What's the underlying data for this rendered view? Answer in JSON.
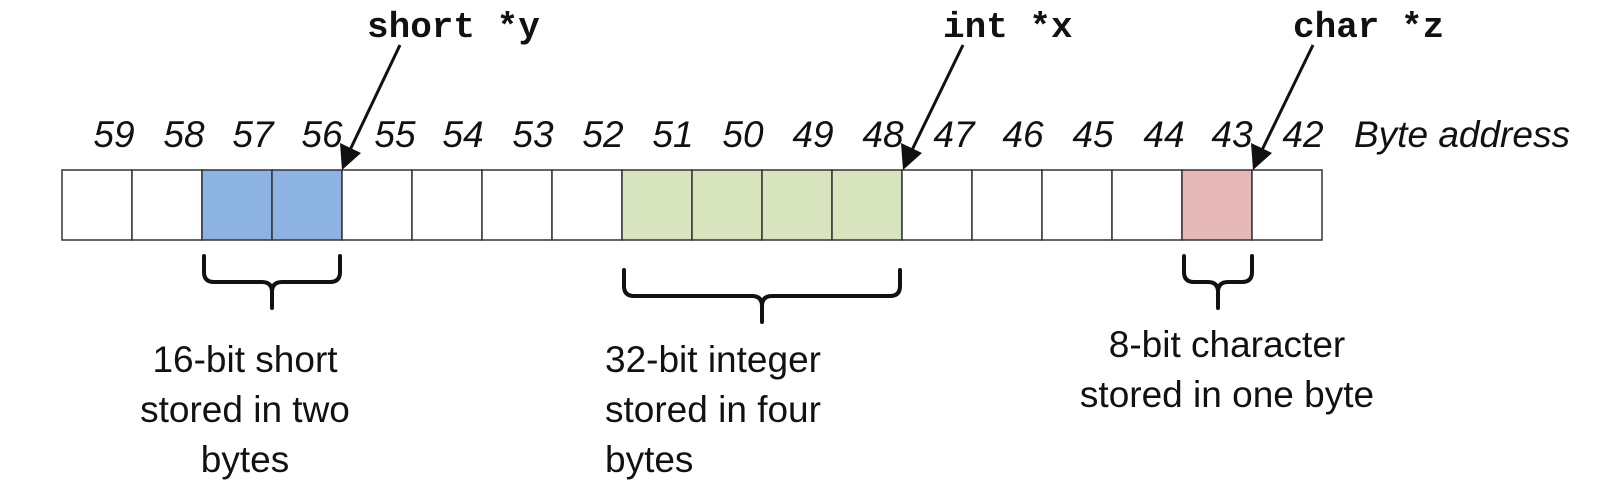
{
  "addresses": [
    "59",
    "58",
    "57",
    "56",
    "55",
    "54",
    "53",
    "52",
    "51",
    "50",
    "49",
    "48",
    "47",
    "46",
    "45",
    "44",
    "43",
    "42"
  ],
  "address_axis_label": "Byte address",
  "colors": {
    "empty": "#ffffff",
    "short": "#8db3e2",
    "int": "#d7e4bd",
    "char": "#e6b9b8"
  },
  "cells": [
    {
      "address": "59",
      "variable": "none"
    },
    {
      "address": "58",
      "variable": "none"
    },
    {
      "address": "57",
      "variable": "short"
    },
    {
      "address": "56",
      "variable": "short"
    },
    {
      "address": "55",
      "variable": "none"
    },
    {
      "address": "54",
      "variable": "none"
    },
    {
      "address": "53",
      "variable": "none"
    },
    {
      "address": "52",
      "variable": "none"
    },
    {
      "address": "51",
      "variable": "int"
    },
    {
      "address": "50",
      "variable": "int"
    },
    {
      "address": "49",
      "variable": "int"
    },
    {
      "address": "48",
      "variable": "int"
    },
    {
      "address": "47",
      "variable": "none"
    },
    {
      "address": "46",
      "variable": "none"
    },
    {
      "address": "45",
      "variable": "none"
    },
    {
      "address": "44",
      "variable": "none"
    },
    {
      "address": "43",
      "variable": "char"
    },
    {
      "address": "42",
      "variable": "none"
    }
  ],
  "pointers": [
    {
      "label": "short *y",
      "points_to": "56"
    },
    {
      "label": "int *x",
      "points_to": "48"
    },
    {
      "label": "char *z",
      "points_to": "43"
    }
  ],
  "groups": [
    {
      "name": "short",
      "lines": [
        "16-bit short",
        "stored in two",
        "bytes"
      ]
    },
    {
      "name": "int",
      "lines": [
        "32-bit integer",
        "stored in four",
        "bytes"
      ]
    },
    {
      "name": "char",
      "lines": [
        "8-bit character",
        "stored in one byte"
      ]
    }
  ]
}
